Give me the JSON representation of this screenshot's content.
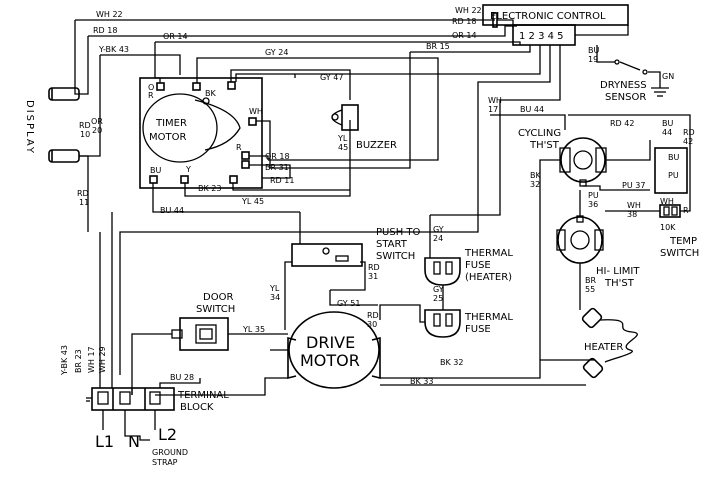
{
  "components": {
    "electronic_control": "ELECTRONIC CONTROL",
    "control_pins": "1 2 3 4 5",
    "dryness_sensor_line1": "DRYNESS",
    "dryness_sensor_line2": "SENSOR",
    "display": "DISPLAY",
    "timer_motor_line1": "TIMER",
    "timer_motor_line2": "MOTOR",
    "buzzer": "BUZZER",
    "cycling_thermostat_line1": "CYCLING",
    "cycling_thermostat_line2": "TH'ST",
    "temp_switch_line1": "TEMP",
    "temp_switch_line2": "SWITCH",
    "push_to_start_line1": "PUSH TO",
    "push_to_start_line2": "START",
    "push_to_start_line3": "SWITCH",
    "thermal_fuse_heater_line1": "THERMAL",
    "thermal_fuse_heater_line2": "FUSE",
    "thermal_fuse_heater_line3": "(HEATER)",
    "thermal_fuse_line1": "THERMAL",
    "thermal_fuse_line2": "FUSE",
    "hi_limit_line1": "HI- LIMIT",
    "hi_limit_line2": "TH'ST",
    "door_switch_line1": "DOOR",
    "door_switch_line2": "SWITCH",
    "drive_motor_line1": "DRIVE",
    "drive_motor_line2": "MOTOR",
    "heater": "HEATER",
    "terminal_block_line1": "TERMINAL",
    "terminal_block_line2": "BLOCK",
    "l1": "L1",
    "n": "N",
    "l2": "L2",
    "ground_strap_line1": "GROUND",
    "ground_strap_line2": "STRAP",
    "ten_k": "10K"
  },
  "wires": {
    "wh22_top": "WH 22",
    "wh22_ctrl": "WH 22",
    "rd18_top": "RD 18",
    "rd18_ctrl": "RD 18",
    "ybk43_top": "Y-BK 43",
    "or14_top": "OR 14",
    "or14_ctrl": "OR 14",
    "gy24_top": "GY 24",
    "br15": "BR 15",
    "bu19_a": "BU",
    "bu19_b": "19",
    "gn": "GN",
    "gy47": "GY 47",
    "yl45_a": "YL",
    "yl45_b": "45",
    "rd10_a": "RD",
    "rd10_b": "10",
    "or20_a": "OR",
    "or20_b": "20",
    "rd11_a": "RD",
    "rd11_b": "11",
    "or18": "OR 18",
    "br31": "BR 31",
    "rd11_timer": "RD 11",
    "bk23": "BK 23",
    "yl45_timer": "YL 45",
    "bu44_timer": "BU 44",
    "wh17_a": "WH",
    "wh17_b": "17",
    "bu44_right": "BU 44",
    "rd42_top": "RD 42",
    "bu44_a": "BU",
    "bu44_b": "44",
    "rd42_a": "RD",
    "rd42_b": "42",
    "bk32_a": "BK",
    "bk32_b": "32",
    "pu37": "PU 37",
    "pu36_a": "PU",
    "pu36_b": "36",
    "wh38_a": "WH",
    "wh38_b": "38",
    "gy24_a": "GY",
    "gy24_b": "24",
    "gy25_a": "GY",
    "gy25_b": "25",
    "rd31_a": "RD",
    "rd31_b": "31",
    "yl34_a": "YL",
    "yl34_b": "34",
    "gy51": "GY 51",
    "rd30_a": "RD",
    "rd30_b": "30",
    "yl35": "YL 35",
    "br55_a": "BR",
    "br55_b": "55",
    "bk32_bottom": "BK 32",
    "bk33": "BK 33",
    "bu28": "BU 28",
    "ybk43_side": "Y-BK 43",
    "br23_side": "BR 23",
    "wh17_side": "WH 17",
    "wh29_side": "WH 29"
  },
  "terminals": {
    "t_o": "O",
    "t_r1": "R",
    "t_bk": "BK",
    "t_wh": "WH",
    "t_r2": "R",
    "t_y": "Y",
    "t_bu": "BU",
    "t_pu": "PU",
    "t_wh_ts": "WH",
    "t_r_ts": "R",
    "t_bu2": "BU"
  }
}
